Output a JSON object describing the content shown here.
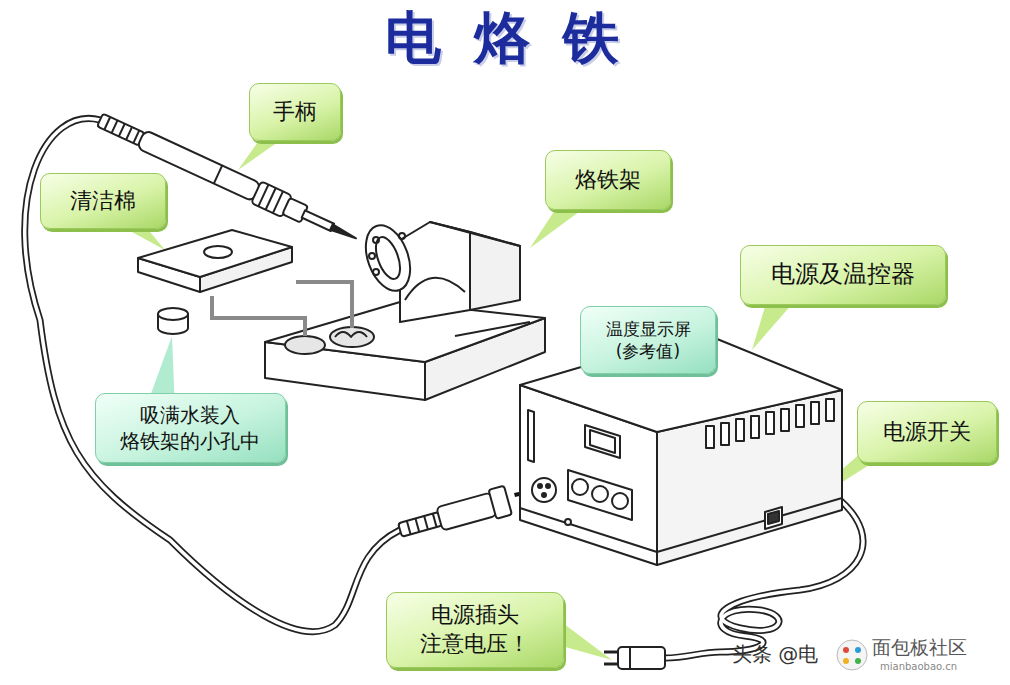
{
  "diagram": {
    "title": "电 烙 铁",
    "nodes": [
      {
        "text": [
          "手柄"
        ]
      },
      {
        "text": [
          "清洁棉"
        ]
      },
      {
        "text": [
          "烙铁架"
        ]
      },
      {
        "text": [
          "电源及温控器"
        ]
      },
      {
        "text": [
          "温度显示屏 (参考值)"
        ]
      },
      {
        "text": [
          "电源开关"
        ]
      },
      {
        "text": [
          "吸满水装入 烙铁架的小孔中"
        ]
      },
      {
        "text": [
          "电源插头 注意电压！"
        ]
      }
    ],
    "labels": [
      "头条 @电",
      "面包板社区",
      "mianbaobao.cn"
    ]
  }
}
